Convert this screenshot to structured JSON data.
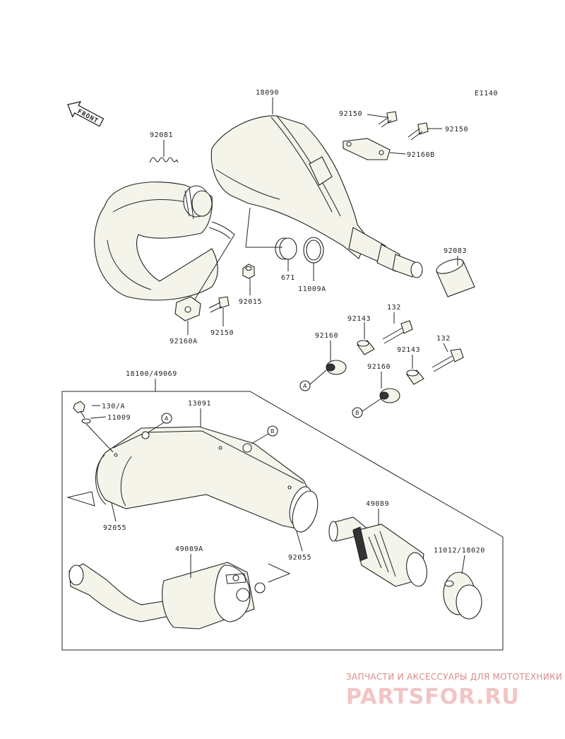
{
  "diagram": {
    "ref": "E1140",
    "front_label": "FRONT",
    "part_labels": {
      "p18090": "18090",
      "p92150a": "92150",
      "p92150b": "92150",
      "p92160b": "92160B",
      "p92081": "92081",
      "p92083": "92083",
      "p671": "671",
      "p11009a": "11009A",
      "p92015": "92015",
      "p92150c": "92150",
      "p92160a": "92160A",
      "p132a": "132",
      "p92143a": "92143",
      "p92160c": "92160",
      "p132b": "132",
      "p92143b": "92143",
      "p92160d": "92160",
      "p18100": "18100/49069",
      "p130a": "130/A",
      "p11009": "11009",
      "p13091": "13091",
      "p92055a": "92055",
      "p92055b": "92055",
      "p49089": "49089",
      "p49089a": "49089A",
      "p11012": "11012/18020"
    },
    "callouts": {
      "a1": "A",
      "b1": "B",
      "a2": "A",
      "b2": "B"
    }
  },
  "watermark": {
    "tagline": "ЗАПЧАСТИ И АКСЕССУАРЫ ДЛЯ МОТОТЕХНИКИ",
    "brand": "PARTSFOR.RU",
    "color": "#e08a8a"
  }
}
